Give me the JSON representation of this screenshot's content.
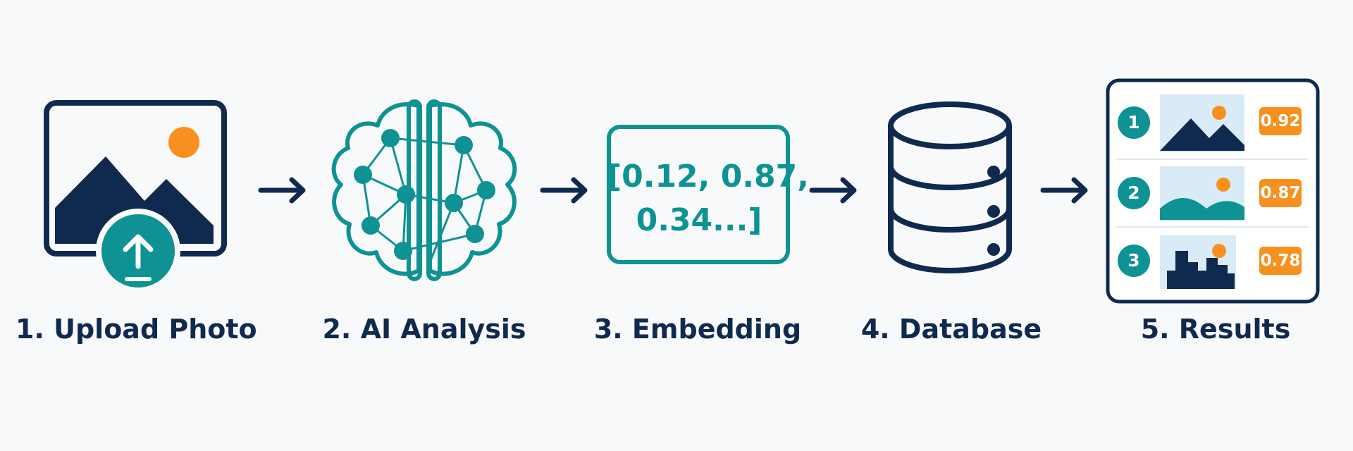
{
  "steps": [
    {
      "label": "1. Upload Photo",
      "icon": "photo-upload-icon"
    },
    {
      "label": "2. AI Analysis",
      "icon": "brain-network-icon"
    },
    {
      "label": "3. Embedding",
      "icon": "vector-box-icon"
    },
    {
      "label": "4. Database",
      "icon": "database-icon"
    },
    {
      "label": "5. Results",
      "icon": "results-list-icon"
    }
  ],
  "embedding": {
    "line1": "[0.12, 0.87,",
    "line2": "0.34...]"
  },
  "results": [
    {
      "rank": "1",
      "score": "0.92",
      "thumb": "mountain-thumbnail-icon"
    },
    {
      "rank": "2",
      "score": "0.87",
      "thumb": "hills-thumbnail-icon"
    },
    {
      "rank": "3",
      "score": "0.78",
      "thumb": "city-thumbnail-icon"
    }
  ],
  "arrows": [
    "arrow-right-icon",
    "arrow-right-icon",
    "arrow-right-icon",
    "arrow-right-icon"
  ],
  "colors": {
    "navy": "#102a4f",
    "teal": "#0e9294",
    "orange": "#f7901e",
    "light_blue": "#d9ebf7",
    "background": "#f7f9fb"
  }
}
